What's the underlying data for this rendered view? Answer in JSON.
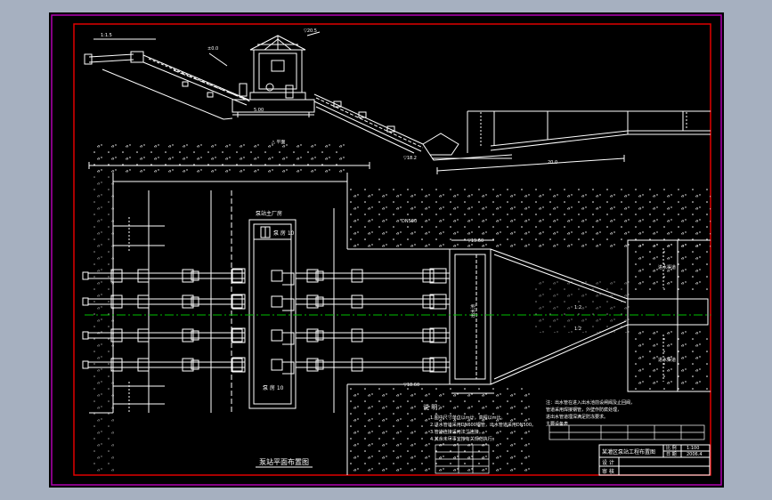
{
  "app": {
    "viewer_background": "#a6b0c0",
    "canvas_background": "#000000",
    "frame_outer_color": "#b000b0",
    "frame_inner_color": "#e00000",
    "line_color": "#ffffff",
    "centerline_color": "#00c000"
  },
  "drawing": {
    "plan_view_title": "泵站平面布置图",
    "pump_house_label": "泵 房 10",
    "pump_house_label_lower": "泵 房 10",
    "pump_house_top_label": "泵站主厂房",
    "notes_title": "说 明：",
    "notes_lines": [
      "1.图中尺寸单位以m计，高程以m计。",
      "2.进水管道采用DN600钢管，出水管道采用DN500。",
      "3.管道连接采用法兰连接。",
      "4.其余未尽事宜按有关规范执行。"
    ],
    "right_notes_lines": [
      "注：出水管在进入出水池前设闸阀及止回阀，",
      "   管道采用焊接钢管，外壁作防腐处理，",
      "   进出水管道埋深满足防冻要求。",
      "主要设备表"
    ],
    "title_block": {
      "drawing_name": "某灌区泵站工程布置图",
      "scale_label": "比 例",
      "scale_value": "1:100",
      "date_label": "日 期",
      "date_value": "2006.4",
      "design_label": "设 计",
      "check_label": "审 核"
    }
  }
}
